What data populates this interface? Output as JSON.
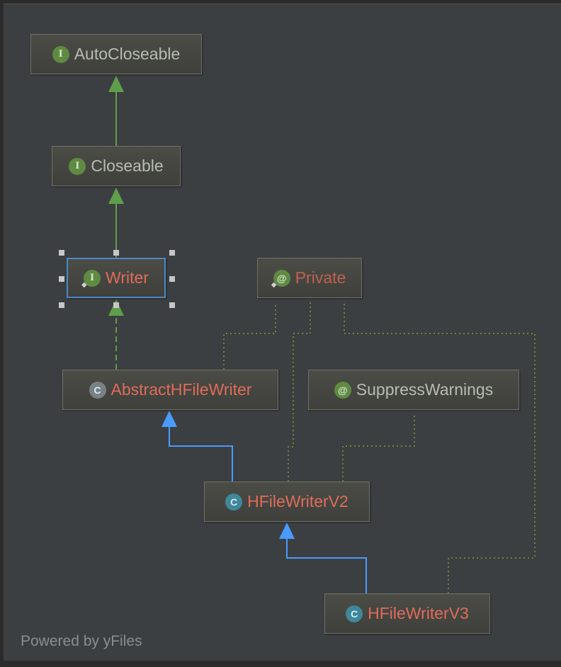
{
  "diagram": {
    "nodes": {
      "autocloseable": {
        "label": "AutoCloseable",
        "kind": "interface",
        "badge": "I"
      },
      "closeable": {
        "label": "Closeable",
        "kind": "interface",
        "badge": "I"
      },
      "writer": {
        "label": "Writer",
        "kind": "interface",
        "badge": "I",
        "selected": true
      },
      "private": {
        "label": "Private",
        "kind": "annotation",
        "badge": "@"
      },
      "abstract_hfile_writer": {
        "label": "AbstractHFileWriter",
        "kind": "abstract-class",
        "badge": "C"
      },
      "suppress_warnings": {
        "label": "SuppressWarnings",
        "kind": "annotation",
        "badge": "@"
      },
      "hfile_writer_v2": {
        "label": "HFileWriterV2",
        "kind": "class",
        "badge": "C"
      },
      "hfile_writer_v3": {
        "label": "HFileWriterV3",
        "kind": "class",
        "badge": "C"
      }
    },
    "edges": [
      {
        "from": "closeable",
        "to": "autocloseable",
        "type": "extends"
      },
      {
        "from": "writer",
        "to": "closeable",
        "type": "extends"
      },
      {
        "from": "abstract_hfile_writer",
        "to": "writer",
        "type": "implements"
      },
      {
        "from": "hfile_writer_v2",
        "to": "abstract_hfile_writer",
        "type": "extends"
      },
      {
        "from": "hfile_writer_v3",
        "to": "hfile_writer_v2",
        "type": "extends"
      },
      {
        "from": "abstract_hfile_writer",
        "to": "private",
        "type": "annotated"
      },
      {
        "from": "hfile_writer_v2",
        "to": "private",
        "type": "annotated"
      },
      {
        "from": "hfile_writer_v3",
        "to": "private",
        "type": "annotated"
      },
      {
        "from": "hfile_writer_v2",
        "to": "suppress_warnings",
        "type": "annotated"
      }
    ],
    "colors": {
      "extends_interface": "#5f9e4a",
      "extends_class": "#4a9bff",
      "annotation_link": "#7f9a3a"
    }
  },
  "footer": {
    "powered_by": "Powered by yFiles"
  }
}
